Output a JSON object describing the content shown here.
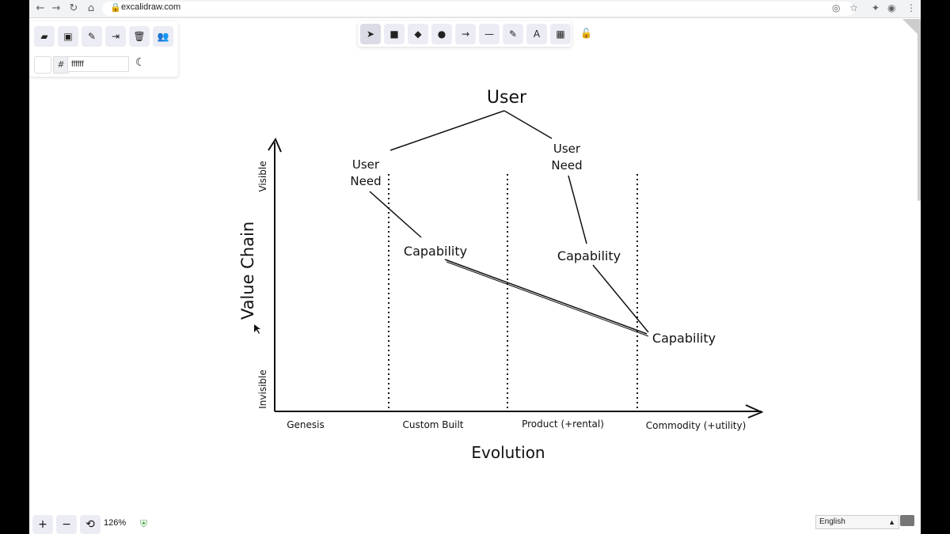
{
  "browser": {
    "url": "excalidraw.com",
    "nav": [
      "←",
      "→",
      "↻",
      "⌂"
    ]
  },
  "menu": {
    "buttons": [
      "open-icon",
      "save-icon",
      "save-as-icon",
      "export-icon",
      "delete-icon",
      "collaborate-icon"
    ],
    "background_hex": "ffffff",
    "hash": "#"
  },
  "toolbar": {
    "tools": [
      {
        "name": "selection",
        "glyph": "➤",
        "active": true
      },
      {
        "name": "rectangle",
        "glyph": "■"
      },
      {
        "name": "diamond",
        "glyph": "◆"
      },
      {
        "name": "ellipse",
        "glyph": "●"
      },
      {
        "name": "arrow",
        "glyph": "→"
      },
      {
        "name": "line",
        "glyph": "—"
      },
      {
        "name": "pencil",
        "glyph": "✎"
      },
      {
        "name": "text",
        "glyph": "A"
      },
      {
        "name": "library",
        "glyph": "▦"
      }
    ],
    "lock": "🔓"
  },
  "bottom": {
    "zoom_in": "+",
    "zoom_out": "−",
    "reset": "⟲",
    "zoom_level": "126%",
    "language": "English"
  },
  "drawing": {
    "title": "User",
    "user_need": [
      "User",
      "Need"
    ],
    "capability": "Capability",
    "y_label": "Value Chain",
    "visible": "Visible",
    "invisible": "Invisible",
    "x_label": "Evolution",
    "stages": [
      "Genesis",
      "Custom Built",
      "Product (+rental)",
      "Commodity (+utility)"
    ]
  }
}
